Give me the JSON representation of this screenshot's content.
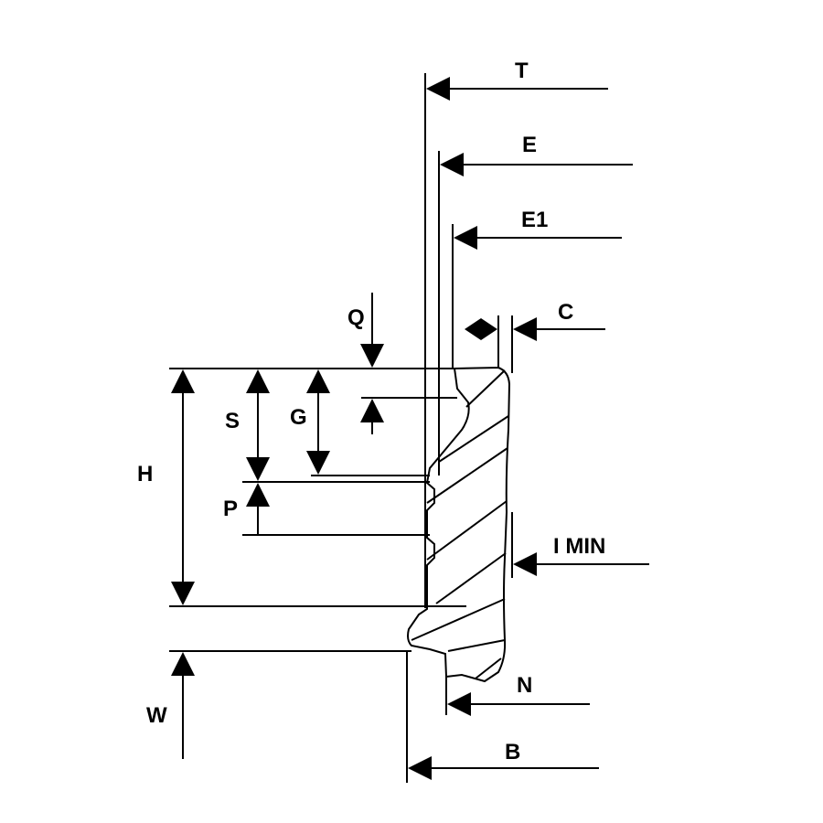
{
  "diagram": {
    "type": "dimensioned cross-section drawing",
    "labels": {
      "T": "T",
      "E": "E",
      "E1": "E1",
      "C": "C",
      "Q": "Q",
      "S": "S",
      "G": "G",
      "H": "H",
      "P": "P",
      "I_MIN": "I MIN",
      "N": "N",
      "W": "W",
      "B": "B"
    },
    "colors": {
      "line": "#000000",
      "background": "#ffffff"
    }
  }
}
